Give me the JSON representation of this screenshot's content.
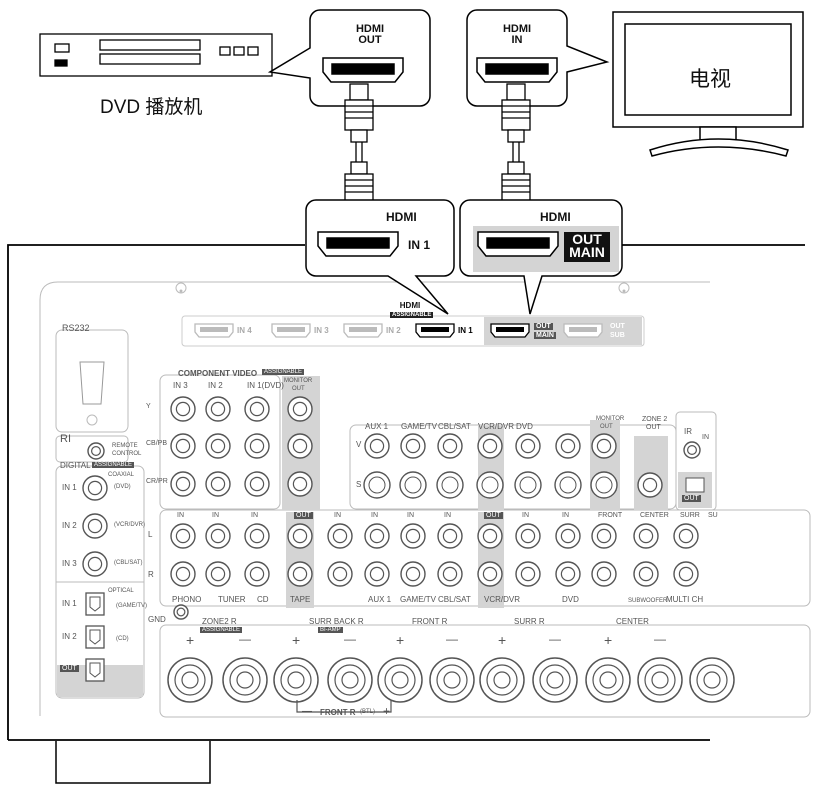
{
  "dvd": {
    "label": "DVD 播放机"
  },
  "tv": {
    "label": "电视"
  },
  "callouts": {
    "dvd": {
      "line1": "HDMI",
      "line2": "OUT"
    },
    "tv": {
      "line1": "HDMI",
      "line2": "IN"
    },
    "rx_in": {
      "title": "HDMI",
      "port": "IN 1"
    },
    "rx_out": {
      "title": "HDMI",
      "port_line1": "OUT",
      "port_line2": "MAIN"
    }
  },
  "panel": {
    "hdmi_title": "HDMI",
    "hdmi_assign": "ASSIGNABLE",
    "hdmi_ports": [
      "IN 4",
      "IN 3",
      "IN 2",
      "IN 1"
    ],
    "hdmi_out_main": [
      "OUT",
      "MAIN"
    ],
    "hdmi_out_sub": [
      "OUT",
      "SUB"
    ],
    "rs232": "RS232",
    "ri": "RI",
    "remote_control": [
      "REMOTE",
      "CONTROL"
    ],
    "digital": "DIGITAL",
    "assignable": "ASSIGNABLE",
    "coaxial": "COAXIAL",
    "optical": "OPTICAL",
    "digital_ins": [
      {
        "label": "IN 1",
        "src": "(DVD)"
      },
      {
        "label": "IN 2",
        "src": "(VCR/DVR)"
      },
      {
        "label": "IN 3",
        "src": "(CBL/SAT)"
      }
    ],
    "optical_ins": [
      {
        "label": "IN 1",
        "src": "(GAME/TV)"
      },
      {
        "label": "IN 2",
        "src": "(CD)"
      },
      {
        "label": "OUT",
        "src": ""
      }
    ],
    "component_video": "COMPONENT VIDEO",
    "cv_cols": [
      "IN 3",
      "IN 2",
      "IN 1(DVD)"
    ],
    "monitor_out": [
      "MONITOR",
      "OUT"
    ],
    "cv_rows": [
      "Y",
      "CB/PB",
      "CR/PR"
    ],
    "av_groups": [
      "AUX 1",
      "GAME/TV",
      "CBL/SAT",
      "VCR/DVR",
      "DVD"
    ],
    "zone2_out": [
      "ZONE 2",
      "OUT"
    ],
    "ir": "IR",
    "ir_in": "IN",
    "ir_out": "OUT",
    "vs": [
      "V",
      "S"
    ],
    "audio_row_labels": [
      "IN",
      "IN",
      "IN",
      "OUT",
      "IN",
      "IN",
      "IN",
      "IN",
      "OUT",
      "IN",
      "IN",
      "FRONT",
      "CENTER",
      "SURR",
      "SU"
    ],
    "lr": [
      "L",
      "R"
    ],
    "bottom_groups": [
      "PHONO",
      "TUNER",
      "CD",
      "TAPE",
      "AUX 1",
      "GAME/TV",
      "CBL/SAT",
      "VCR/DVR",
      "DVD"
    ],
    "subwoofer": "SUBWOOFER",
    "multi_ch": "MULTI CH",
    "gnd": "GND",
    "speakers": [
      "ZONE2 R",
      "SURR BACK R",
      "FRONT R",
      "SURR R",
      "CENTER"
    ],
    "speaker_sub": [
      "ASSIGNABLE",
      "BI-AMP"
    ],
    "plus": "+",
    "minus": "—",
    "front_btl": "FRONT R",
    "btl": "(BTL)"
  }
}
